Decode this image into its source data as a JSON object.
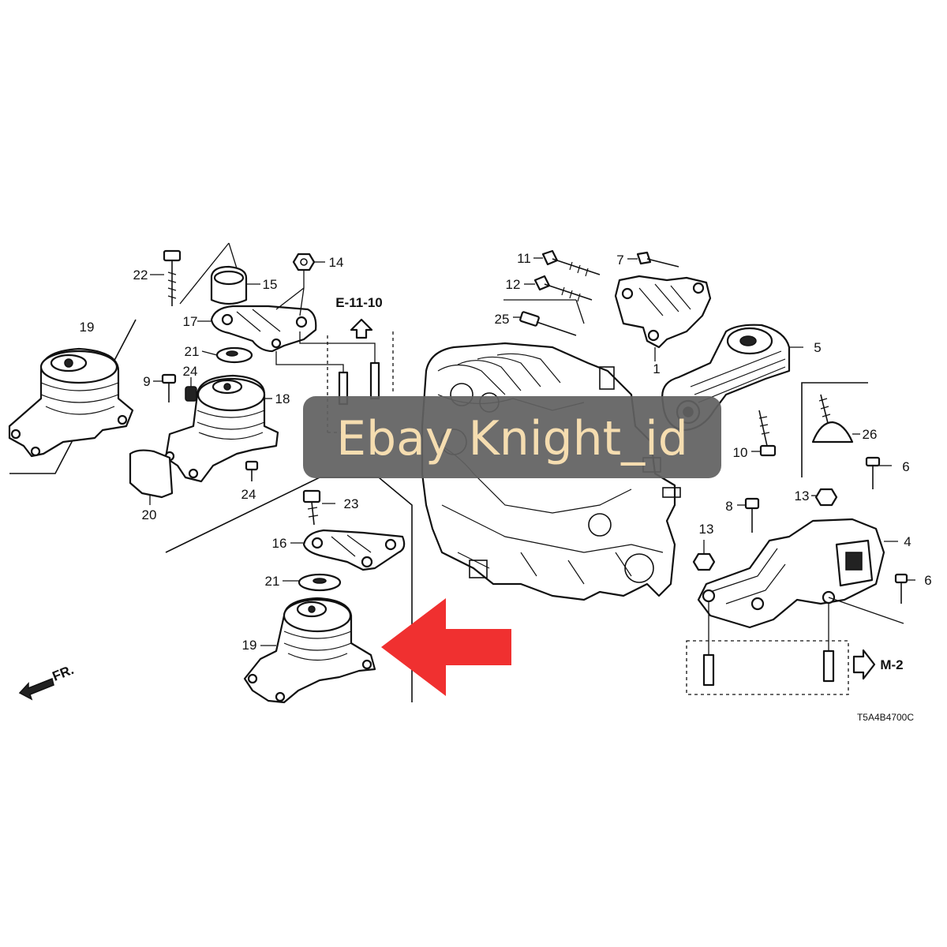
{
  "labels": {
    "p1": "1",
    "p4": "4",
    "p5": "5",
    "p6a": "6",
    "p6b": "6",
    "p7": "7",
    "p8": "8",
    "p9": "9",
    "p10": "10",
    "p11": "11",
    "p12": "12",
    "p13a": "13",
    "p13b": "13",
    "p14": "14",
    "p15": "15",
    "p16": "16",
    "p17": "17",
    "p18": "18",
    "p19a": "19",
    "p19b": "19",
    "p20": "20",
    "p21a": "21",
    "p21b": "21",
    "p22": "22",
    "p23": "23",
    "p24a": "24",
    "p24b": "24",
    "p25": "25",
    "p26": "26"
  },
  "refs": {
    "e_ref": "E-11-10",
    "m_ref": "M-2",
    "front": "FR."
  },
  "diagram_code": "T5A4B4700C",
  "watermark": "Ebay Knight_id",
  "colors": {
    "highlight_arrow": "#f03030",
    "watermark_bg": "#616161",
    "watermark_text": "#f5ddb0"
  }
}
